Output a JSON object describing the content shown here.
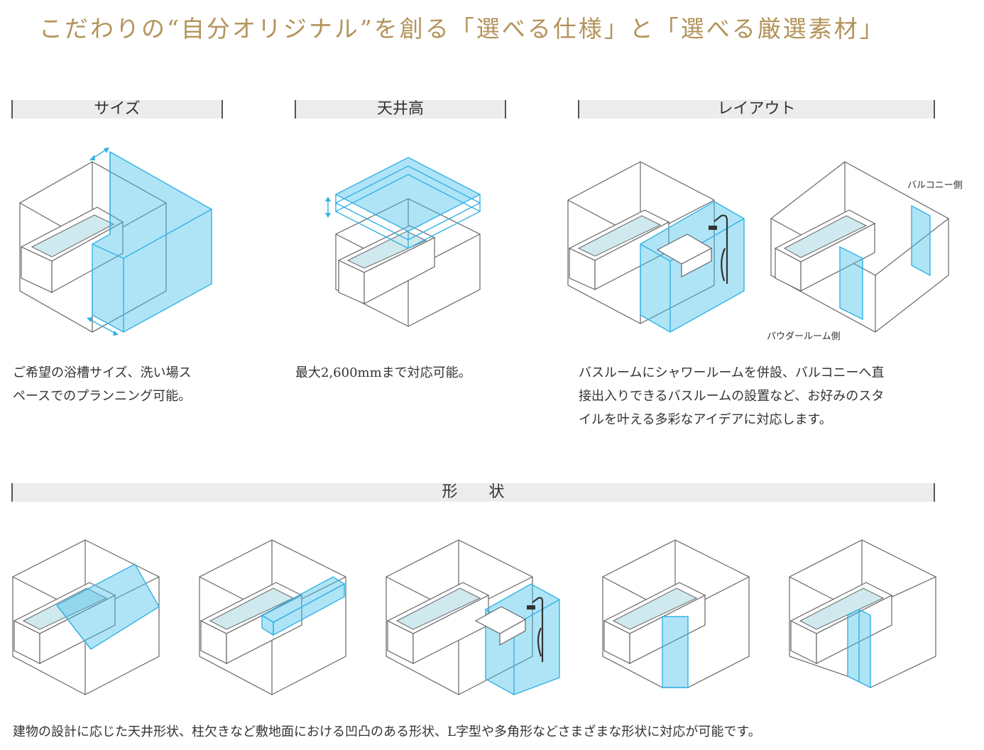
{
  "title": "こだわりの“自分オリジナル”を創る「選べる仕様」と「選べる厳選素材」",
  "sections": {
    "size": {
      "heading": "サイズ",
      "desc_line1": "ご希望の浴槽サイズ、洗い場ス",
      "desc_line2": "ペースでのプランニング可能。"
    },
    "ceiling": {
      "heading": "天井高",
      "desc_line1": "最大2,600mmまで対応可能。"
    },
    "layout": {
      "heading": "レイアウト",
      "desc_line1": "バスルームにシャワールームを併設、バルコニーへ直",
      "desc_line2": "接出入りできるバスルームの設置など、お好みのスタ",
      "desc_line3": "イルを叶える多彩なアイデアに対応します。",
      "label_balcony": "バルコニー側",
      "label_powder": "パウダールーム側"
    },
    "shape": {
      "heading": "形　　状",
      "desc": "建物の設計に応じた天井形状、柱欠きなど敷地面における凹凸のある形状、L字型や多角形などさまざまな形状に対応が可能です。"
    }
  },
  "colors": {
    "title": "#b3935a",
    "highlight": "#32b2e4",
    "band": "#ececec",
    "water": "#cfe9ee"
  }
}
